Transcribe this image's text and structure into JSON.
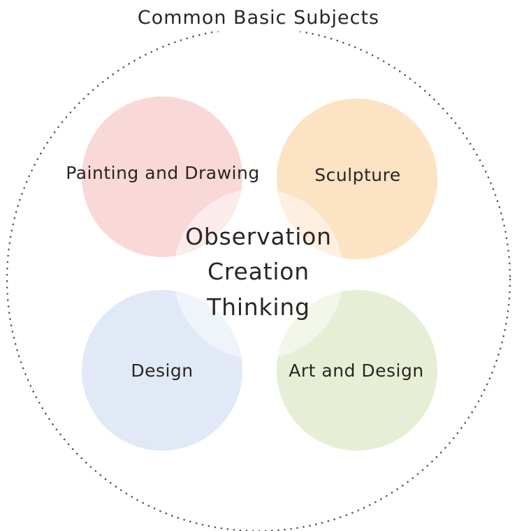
{
  "title": "Common Basic Subjects",
  "subjects": [
    {
      "label": "Painting and Drawing",
      "color": "#f9d9d8"
    },
    {
      "label": "Sculpture",
      "color": "#fce3c3"
    },
    {
      "label": "Design",
      "color": "#e0e9f5"
    },
    {
      "label": "Art and Design",
      "color": "#e6efd5"
    }
  ],
  "core": {
    "lines": [
      "Observation",
      "Creation",
      "Thinking"
    ],
    "color": "#ffffff"
  },
  "outline_color": "#5a5654",
  "text_color": "#2b2523"
}
